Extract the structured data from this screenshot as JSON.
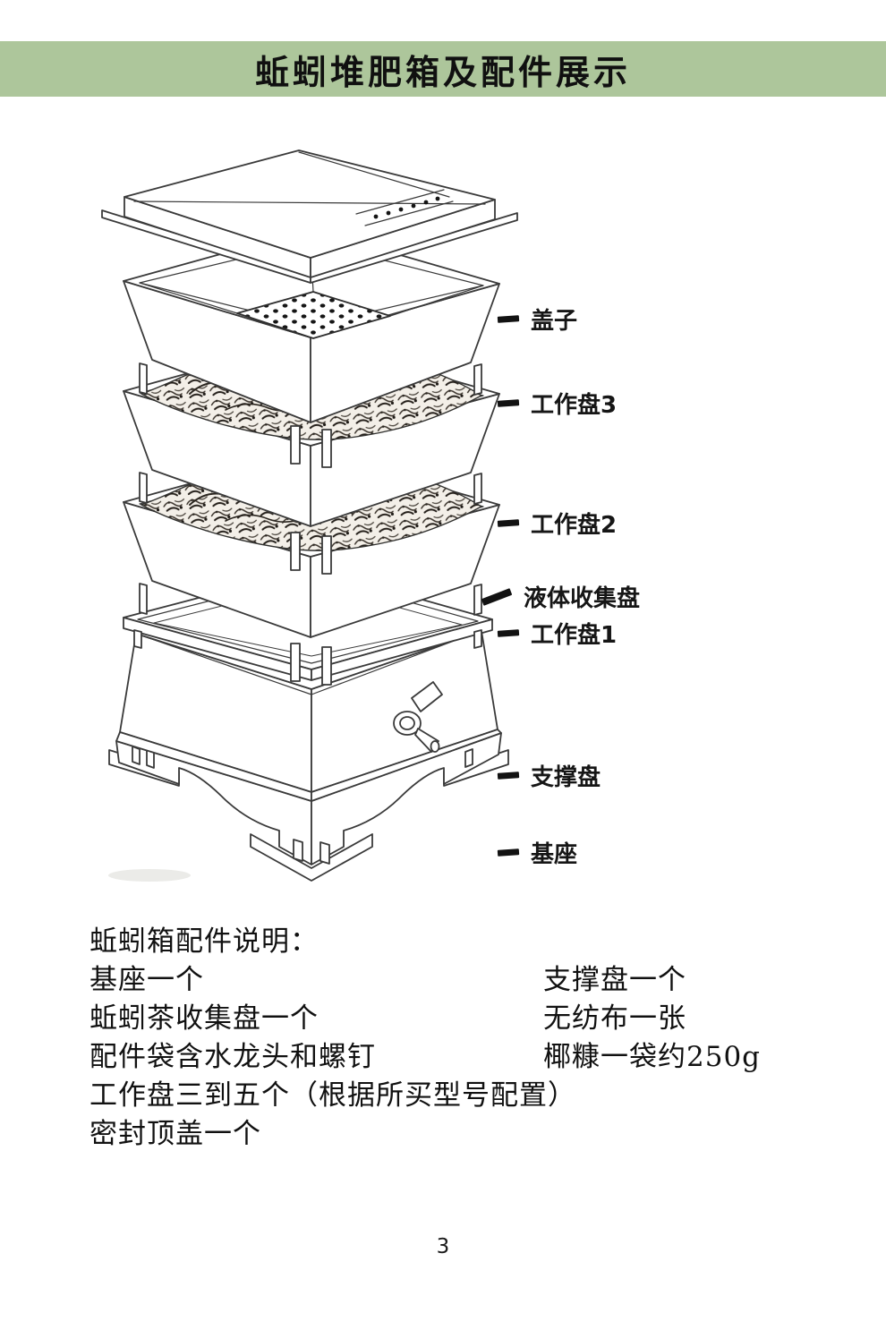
{
  "page": {
    "title": "蚯蚓堆肥箱及配件展示",
    "page_number": "3",
    "banner_color": "#adc69b"
  },
  "diagram": {
    "labels": [
      {
        "text": "盖子"
      },
      {
        "text": "工作盘3"
      },
      {
        "text": "工作盘2"
      },
      {
        "text": "工作盘1"
      },
      {
        "text": "液体收集盘"
      },
      {
        "text": "支撑盘"
      },
      {
        "text": "基座"
      }
    ]
  },
  "notes": {
    "heading": "蚯蚓箱配件说明：",
    "rows": [
      {
        "left": "基座一个",
        "right": "支撑盘一个"
      },
      {
        "left": "蚯蚓茶收集盘一个",
        "right": "无纺布一张"
      },
      {
        "left": "配件袋含水龙头和螺钉",
        "right": "椰糠一袋约250g"
      }
    ],
    "full_rows": [
      "工作盘三到五个（根据所买型号配置）",
      "密封顶盖一个"
    ]
  }
}
